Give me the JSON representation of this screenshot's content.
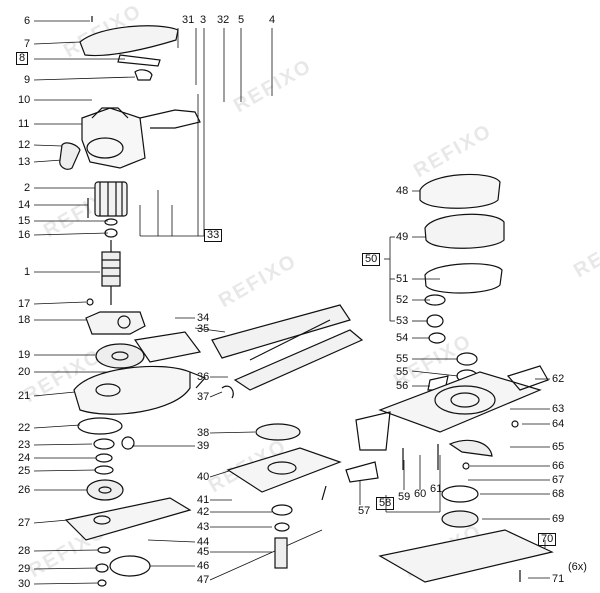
{
  "watermark": "REFIXO",
  "labels": {
    "l6": "6",
    "l7": "7",
    "l8": "8",
    "l9": "9",
    "l10": "10",
    "l11": "11",
    "l12": "12",
    "l13": "13",
    "l2": "2",
    "l14": "14",
    "l15": "15",
    "l16": "16",
    "l1": "1",
    "l17": "17",
    "l18": "18",
    "l19": "19",
    "l20": "20",
    "l21": "21",
    "l22": "22",
    "l23": "23",
    "l24": "24",
    "l25": "25",
    "l26": "26",
    "l27": "27",
    "l28": "28",
    "l29": "29",
    "l30": "30",
    "l31": "31",
    "l3": "3",
    "l32": "32",
    "l5": "5",
    "l4": "4",
    "l33": "33",
    "l34": "34",
    "l35": "35",
    "l36": "36",
    "l37": "37",
    "l38": "38",
    "l39": "39",
    "l40": "40",
    "l41": "41",
    "l42": "42",
    "l43": "43",
    "l44": "44",
    "l45": "45",
    "l46": "46",
    "l47": "47",
    "l48": "48",
    "l49": "49",
    "l50": "50",
    "l51": "51",
    "l52": "52",
    "l53": "53",
    "l54": "54",
    "l55a": "55",
    "l55b": "55",
    "l56": "56",
    "l57": "57",
    "l58": "58",
    "l59": "59",
    "l60": "60",
    "l61": "61",
    "l62": "62",
    "l63": "63",
    "l64": "64",
    "l65": "65",
    "l66": "66",
    "l67": "67",
    "l68": "68",
    "l69": "69",
    "l70": "70",
    "l71": "71",
    "l6x": "(6x)"
  }
}
